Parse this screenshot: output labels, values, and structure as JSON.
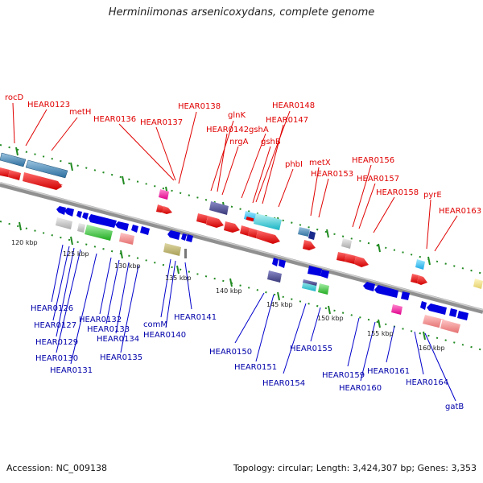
{
  "title": "Herminiimonas arsenicoxydans, complete genome",
  "footer": {
    "accession": "Accession: NC_009138",
    "topology": "Topology: circular; Length: 3,424,307 bp; Genes: 3,353"
  },
  "scale_labels": [
    "120 kbp",
    "125 kbp",
    "130 kbp",
    "135 kbp",
    "140 kbp",
    "145 kbp",
    "150 kbp",
    "155 kbp",
    "160 kbp"
  ],
  "labels_upper": [
    "rocD",
    "HEAR0123",
    "metH",
    "HEAR0136",
    "HEAR0137",
    "HEAR0138",
    "glnK",
    "HEAR0142",
    "nrgA",
    "gshA",
    "HEAR0148",
    "HEAR0147",
    "gshB",
    "phbI",
    "metX",
    "HEAR0153",
    "HEAR0156",
    "HEAR0157",
    "HEAR0158",
    "pyrE",
    "HEAR0163"
  ],
  "labels_lower": [
    "HEAR0126",
    "HEAR0127",
    "HEAR0129",
    "HEAR0130",
    "HEAR0131",
    "HEAR0132",
    "HEAR0133",
    "HEAR0134",
    "HEAR0135",
    "comM",
    "HEAR0140",
    "HEAR0141",
    "HEAR0150",
    "HEAR0151",
    "HEAR0154",
    "HEAR0155",
    "HEAR0159",
    "HEAR0160",
    "HEAR0161",
    "HEAR0164",
    "gatB"
  ],
  "colors": {
    "forward_strand": "#e00000",
    "reverse_strand": "#0000cc",
    "backbone": "#888888",
    "tick_green": "#228b22"
  }
}
